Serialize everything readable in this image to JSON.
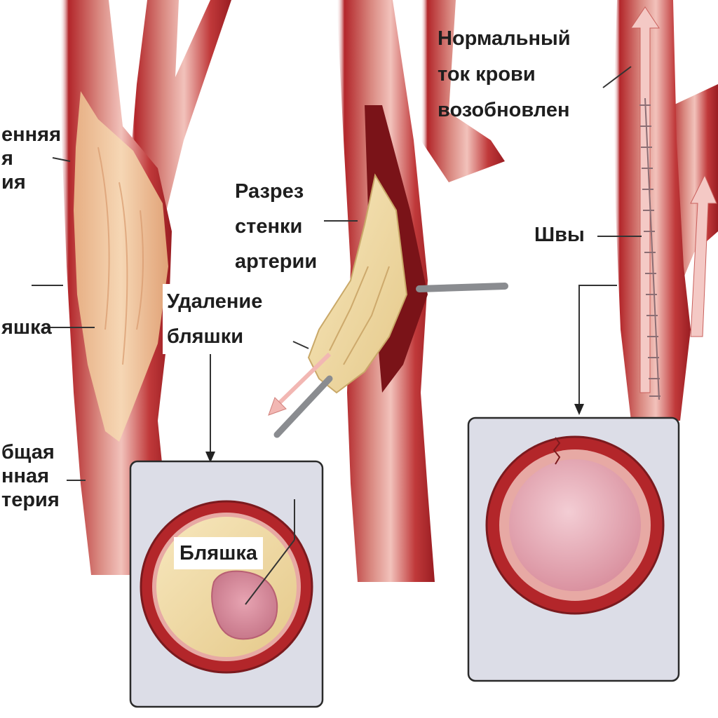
{
  "labels": {
    "internal_carotid": [
      "енняя",
      "я",
      "ия"
    ],
    "plaque_left": "яшка",
    "common_carotid": [
      "бщая",
      "нная",
      "терия"
    ],
    "incision": [
      "Разрез",
      "стенки",
      "артерии"
    ],
    "plaque_removal": [
      "Удаление",
      "бляшки"
    ],
    "plaque_inset": "Бляшка",
    "normal_flow": [
      "Нормальный",
      "ток крови",
      "возобновлен"
    ],
    "sutures": "Швы"
  },
  "colors": {
    "artery_red": "#b3262a",
    "artery_light": "#e7a9a4",
    "plaque_yellow": "#f1ddb0",
    "inset_bg": "#dcdde7",
    "lumen_pink": "#e6aab5"
  }
}
